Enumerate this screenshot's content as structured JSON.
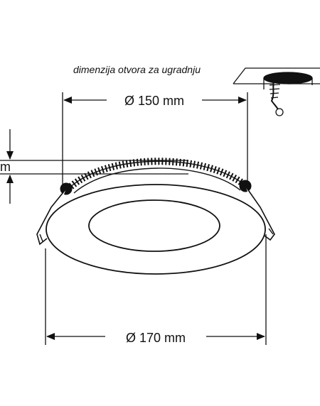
{
  "diagram": {
    "cutout_caption": "dimenzija otvora za ugradnju",
    "cutout_dimension": "Ø 150 mm",
    "outer_dimension": "Ø 170 mm",
    "height_dimension_fragment": "m"
  },
  "colors": {
    "line": "#111111",
    "background": "#ffffff"
  }
}
